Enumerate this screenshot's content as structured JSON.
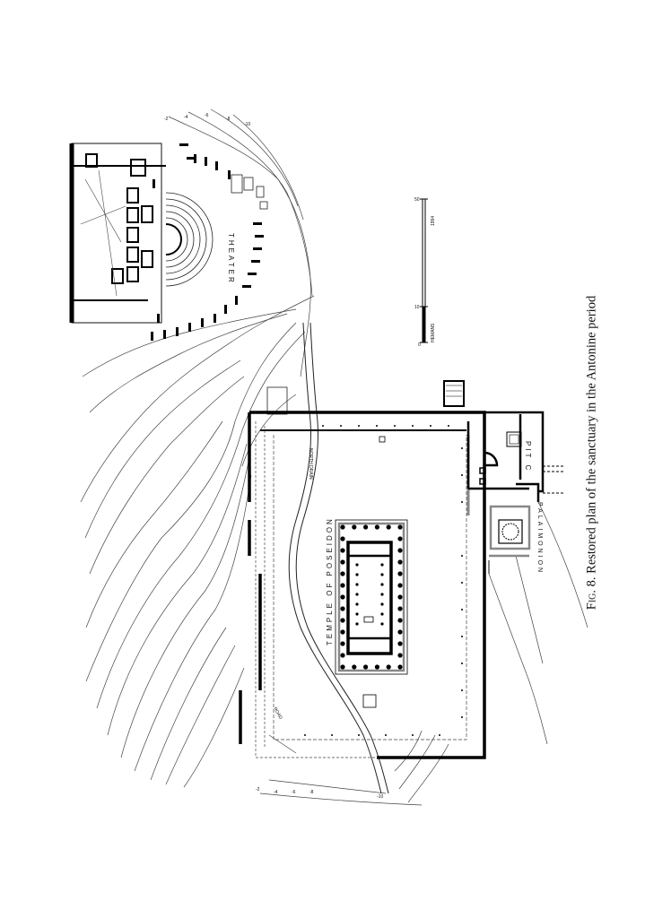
{
  "caption": {
    "fig_label": "Fig. 8.",
    "text": "Restored plan of the sanctuary in the Antonine period"
  },
  "labels": {
    "theater": "THEATER",
    "temple": "TEMPLE OF POSEIDON",
    "palaimonion": "PALAIMONION",
    "pit_c": "PIT C",
    "north_drain": "NORTH DRAIN",
    "road": "ROAD",
    "scale_credit": "HEMANS",
    "scale_year": "1994",
    "scale_ticks": [
      "0",
      "10",
      "50"
    ]
  },
  "contours": [
    "-2",
    "-4",
    "-6",
    "-8",
    "-10",
    "-2",
    "-4",
    "-6",
    "-8",
    "-10"
  ]
}
